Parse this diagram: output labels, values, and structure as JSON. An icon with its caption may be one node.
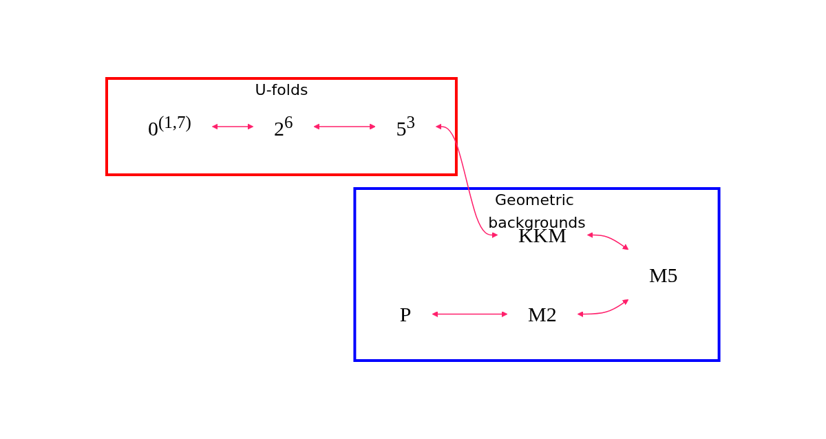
{
  "diagram": {
    "nodes": [
      {
        "text": [
          "U-folds"
        ]
      },
      {
        "text": [
          "0$^{(1,7)}$"
        ],
        "in": 0
      },
      {
        "text": [
          "2$^{6}$"
        ],
        "in": 0
      },
      {
        "text": [
          "5$^{3}$"
        ],
        "in": 0
      },
      {
        "text": [
          "Geometric backgrounds"
        ]
      },
      {
        "text": [
          "KKM"
        ],
        "in": 4
      },
      {
        "text": [
          "P"
        ],
        "in": 4
      },
      {
        "text": [
          "M2"
        ],
        "in": 4
      },
      {
        "text": [
          "M5"
        ],
        "in": 4
      }
    ],
    "edges": [
      {
        "from": 1,
        "to": 2,
        "arrow": "both"
      },
      {
        "from": 2,
        "to": 3,
        "arrow": "both"
      },
      {
        "from": 3,
        "to": 5,
        "arrow": "both"
      },
      {
        "from": 5,
        "to": 8,
        "arrow": "both"
      },
      {
        "from": 6,
        "to": 7,
        "arrow": "both"
      },
      {
        "from": 7,
        "to": 8,
        "arrow": "both"
      }
    ]
  }
}
